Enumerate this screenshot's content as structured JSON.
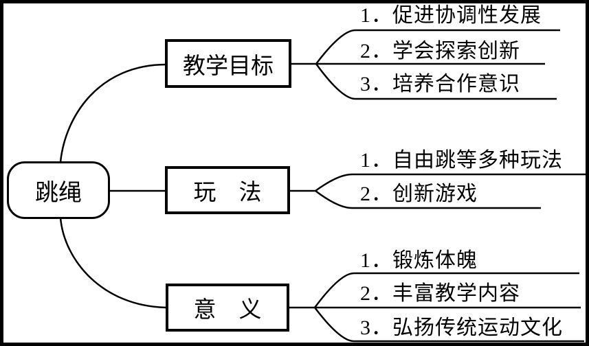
{
  "diagram": {
    "root_label": "跳绳",
    "branches": [
      {
        "title": "教学目标",
        "items": [
          "1．促进协调性发展",
          "2．学会探索创新",
          "3．培养合作意识"
        ]
      },
      {
        "title": "玩　法",
        "items": [
          "1．自由跳等多种玩法",
          "2．创新游戏"
        ]
      },
      {
        "title": "意　义",
        "items": [
          "1．锻炼体魄",
          "2．丰富教学内容",
          "3．弘扬传统运动文化"
        ]
      }
    ],
    "colors": {
      "ink": "#000000",
      "background": "#ffffff"
    }
  }
}
